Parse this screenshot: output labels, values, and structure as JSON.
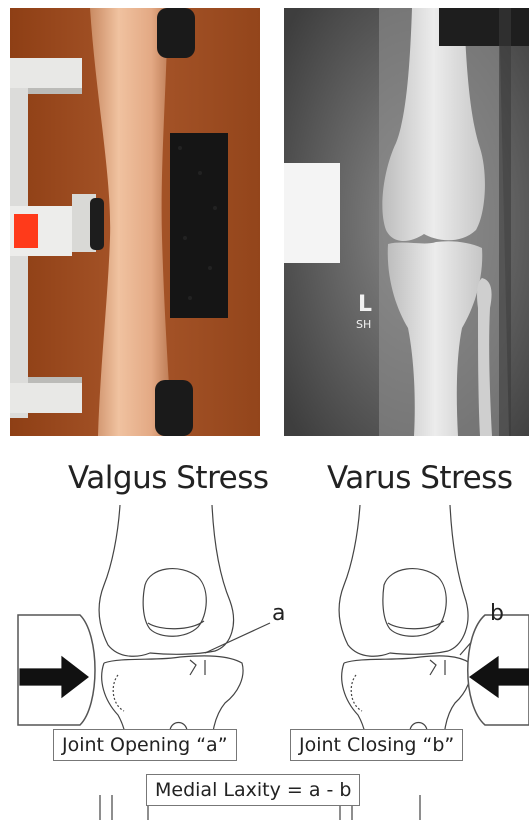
{
  "titles": {
    "left": "Valgus Stress",
    "right": "Varus Stress"
  },
  "callouts": {
    "a": "a",
    "b": "b"
  },
  "boxes": {
    "opening": "Joint Opening “a”",
    "closing": "Joint Closing “b”",
    "laxity": "Medial Laxity = a - b"
  },
  "xray_marker": {
    "side": "L",
    "initials": "SH"
  },
  "colors": {
    "wood": "#9c4b1e",
    "skin": "#e9b38f",
    "pad": "#1b1b1b",
    "red_marker": "#ff3a1a",
    "xray_bone": "#e6e6e6",
    "line": "#444444"
  }
}
